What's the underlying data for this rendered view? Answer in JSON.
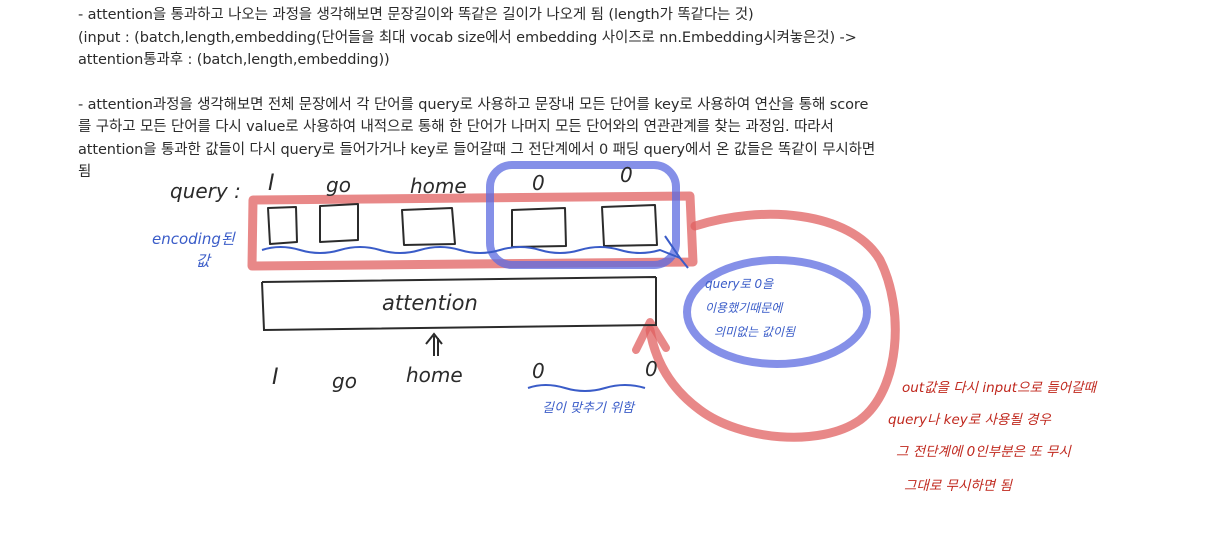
{
  "paragraph1": [
    "- attention을 통과하고 나오는 과정을 생각해보면 문장길이와 똑같은 길이가 나오게 됨 (length가 똑같다는 것)",
    "(input : (batch,length,embedding(단어들을 최대 vocab size에서 embedding 사이즈로 nn.Embedding시켜놓은것) ->",
    "attention통과후 : (batch,length,embedding))"
  ],
  "paragraph2": [
    "- attention과정을 생각해보면 전체 문장에서 각 단어를 query로 사용하고 문장내 모든 단어를 key로 사용하여 연산을 통해 score",
    "를 구하고 모든 단어를 다시 value로 사용하여 내적으로 통해 한 단어가 나머지 모든 단어와의 연관관계를 찾는 과정임. 따라서",
    "attention을 통과한 값들이 다시 query로 들어가거나 key로 들어갈때 그 전단계에서 0 패딩 query에서 온 값들은 똑같이 무시하면",
    "됨"
  ],
  "drawing": {
    "query_label": "query :",
    "tokens_top": [
      "I",
      "go",
      "home",
      "0",
      "0"
    ],
    "encoding_label_line1": "encoding된",
    "encoding_label_line2": "값",
    "attention_label": "attention",
    "tokens_bottom": [
      "I",
      "go",
      "home",
      "0",
      "0"
    ],
    "padding_note": "길이 맞추기 위함",
    "blue_note": [
      "query로 0을",
      "이용했기때문에",
      "의미없는 값이됨"
    ],
    "red_note": [
      "out값을 다시 input으로 들어갈때",
      "query나 key로 사용될 경우",
      "그 전단계에 0인부분은 또 무시",
      "그대로 무시하면 됨"
    ],
    "colors": {
      "red": "#e06060",
      "blue": "#5c6be0",
      "ink": "#2b2b2b",
      "pen_blue": "#3a5cc8",
      "pen_red": "#c0281e"
    }
  }
}
